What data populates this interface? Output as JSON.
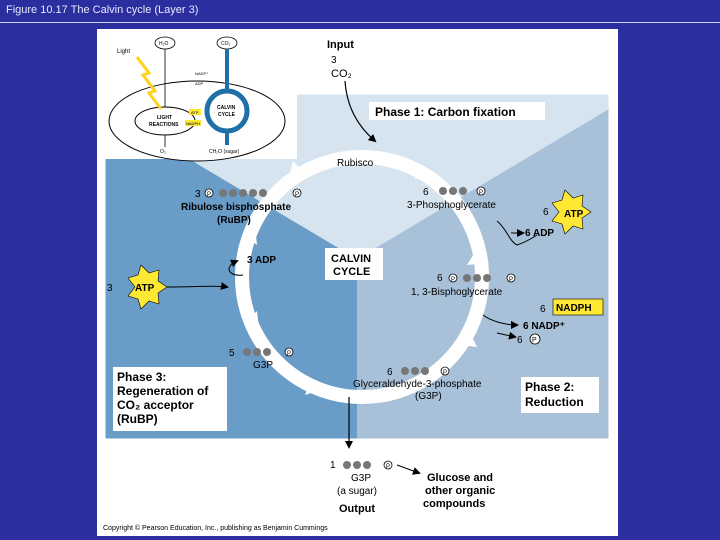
{
  "figure_title": "Figure 10.17 The Calvin cycle (Layer 3)",
  "chloroplast": {
    "light": "Light",
    "h2o": "H₂O",
    "co2": "CO₂",
    "light_reactions": [
      "LIGHT",
      "REACTIONS"
    ],
    "calvin_cycle": [
      "CALVIN",
      "CYCLE"
    ],
    "nadp": "NADP⁺",
    "adp": "ADP",
    "atp": "ATP",
    "nadph": "NADPH",
    "o2": "O₂",
    "sugar": "CH₂O (sugar)"
  },
  "input": {
    "label": "Input",
    "count": "3",
    "molecule": "CO₂"
  },
  "phase1": "Phase 1: Carbon fixation",
  "phase2": [
    "Phase 2:",
    "Reduction"
  ],
  "phase3": [
    "Phase 3:",
    "Regeneration of",
    "CO₂ acceptor",
    "(RuBP)"
  ],
  "center": [
    "CALVIN",
    "CYCLE"
  ],
  "rubisco": "Rubisco",
  "p_symbol": "P",
  "rubp": {
    "count": "3",
    "name": "Ribulose bisphosphate",
    "abbr": "(RuBP)"
  },
  "pga": {
    "count": "6",
    "name": "3-Phosphoglycerate"
  },
  "bpg": {
    "count": "6",
    "name": "1, 3-Bisphoglycerate"
  },
  "g3p_main": {
    "count": "6",
    "name": "Glyceraldehyde-3-phosphate",
    "abbr": "(G3P)"
  },
  "g3p_five": {
    "count": "5",
    "name": "G3P"
  },
  "phase1_atp": {
    "count": "6",
    "atp": "ATP",
    "adp": "6 ADP"
  },
  "phase2_nadph": {
    "count": "6",
    "nadph": "NADPH",
    "nadp": "6 NADP⁺",
    "pi_count": "6"
  },
  "phase3_atp": {
    "count": "3",
    "atp": "ATP",
    "adp": "3 ADP"
  },
  "output": {
    "count": "1",
    "name": "G3P",
    "note": "(a sugar)",
    "label": "Output",
    "products": [
      "Glucose and",
      "other organic",
      "compounds"
    ]
  },
  "copyright": "Copyright © Pearson Education, Inc., publishing as Benjamin Cummings",
  "colors": {
    "background": "#2a2e9e",
    "phase1": "#d6e4f0",
    "phase2": "#a8c0d8",
    "phase3": "#6a9cc8",
    "atp_burst": "#ffe833",
    "nadph_box": "#ffe833",
    "cycle_arrow": "#ffffff"
  }
}
